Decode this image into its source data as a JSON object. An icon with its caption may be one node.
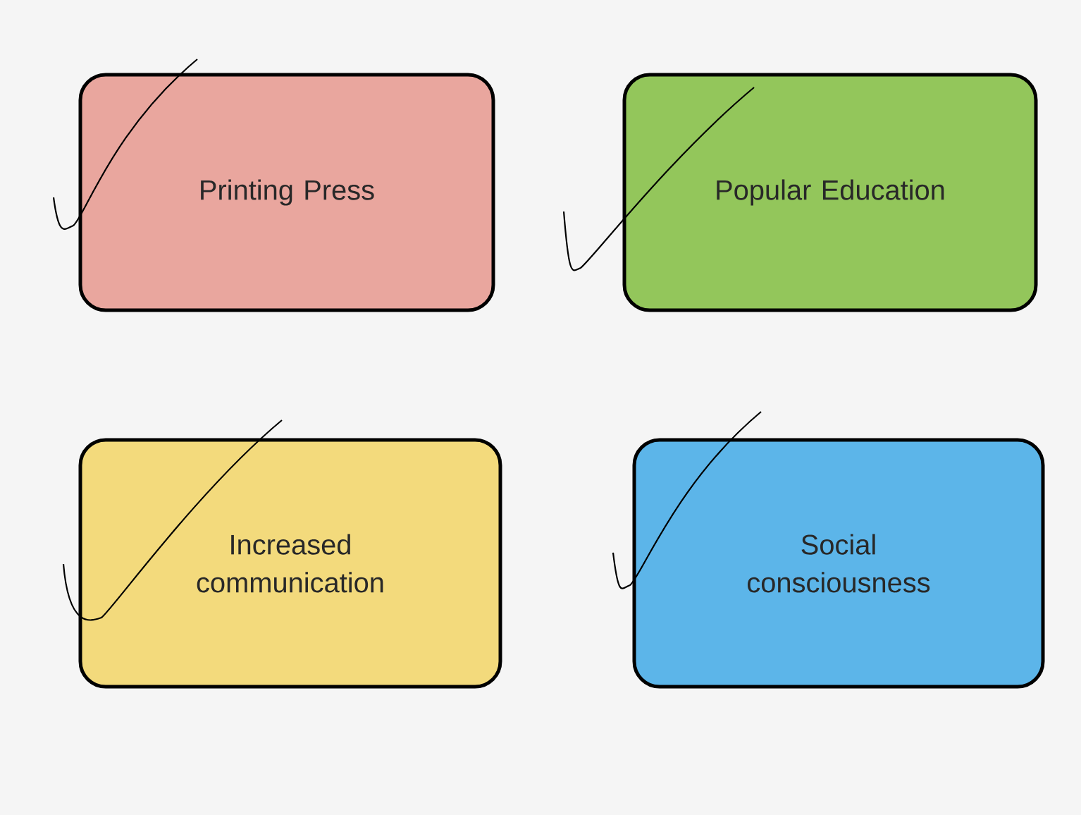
{
  "diagram": {
    "nodes": [
      {
        "text": [
          "Printing Press"
        ]
      },
      {
        "text": [
          "Popular Education"
        ]
      },
      {
        "text": [
          "Increased communication"
        ]
      },
      {
        "text": [
          "Social consciousness"
        ]
      }
    ]
  }
}
